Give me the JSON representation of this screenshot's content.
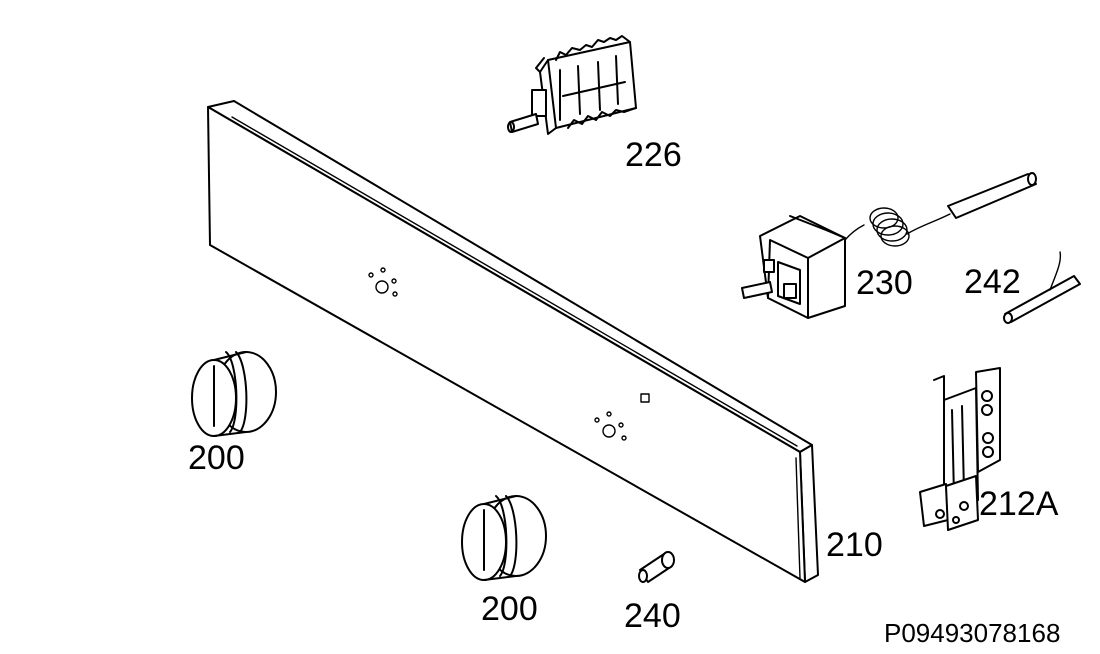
{
  "labels": {
    "switch": "226",
    "thermostat": "230",
    "sensor": "242",
    "knob_left": "200",
    "knob_bottom": "200",
    "panel": "210",
    "bracket": "212A",
    "light": "240"
  },
  "reference_code": "P09493078168"
}
